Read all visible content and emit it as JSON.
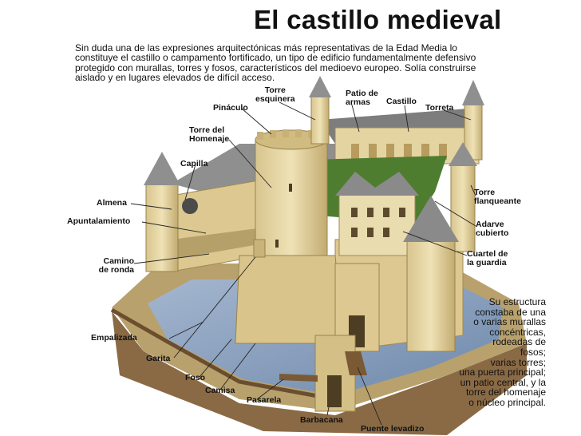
{
  "title": "El castillo medieval",
  "intro_lines": [
    "Sin duda una de las expresiones arquitectónicas más  representativas de la Edad Media lo",
    "constituye el castillo o campamento  fortificado, un tipo de edificio fundamentalmente defensivo",
    "protegido con  murallas, torres y fosos, característicos del medioevo europeo. Solía  construirse",
    "aislado y en lugares elevados de difícil acceso."
  ],
  "labels": {
    "torre_esquinera": [
      "Torre",
      "esquinera"
    ],
    "patio_de_armas": [
      "Patio de",
      "armas"
    ],
    "castillo": [
      "Castillo"
    ],
    "torreta": [
      "Torreta"
    ],
    "pinaculo": [
      "Pináculo"
    ],
    "torre_homenaje": [
      "Torre del",
      "Homenaje"
    ],
    "capilla": [
      "Capilla"
    ],
    "almena": [
      "Almena"
    ],
    "apuntalamiento": [
      "Apuntalamiento"
    ],
    "camino_ronda": [
      "Camino",
      "de ronda"
    ],
    "empalizada": [
      "Empalizada"
    ],
    "garita": [
      "Garita"
    ],
    "foso": [
      "Foso"
    ],
    "camisa": [
      "Camisa"
    ],
    "pasarela": [
      "Pasarela"
    ],
    "barbacana": [
      "Barbacana"
    ],
    "puente_levadizo": [
      "Puente levadizo"
    ],
    "torre_flanqueante": [
      "Torre",
      "flanqueante"
    ],
    "adarve_cubierto": [
      "Adarve",
      "cubierto"
    ],
    "cuartel_guardia": [
      "Cuartel de",
      "la guardia"
    ]
  },
  "summary_lines": [
    "Su estructura",
    "constaba de una",
    "o varias murallas",
    "concéntricas,",
    "rodeadas de",
    "fosos;",
    "varias torres;",
    "una puerta principal;",
    "un patio central, y la",
    "torre del homenaje",
    "o núcleo principal."
  ],
  "colors": {
    "stone": "#e6d7a6",
    "stone_shadow": "#c9b37a",
    "roof": "#8f8f8f",
    "roof_dark": "#6d6d6d",
    "grass": "#4f7d2f",
    "water": "#8fa6c4",
    "ground": "#8a6a45"
  }
}
